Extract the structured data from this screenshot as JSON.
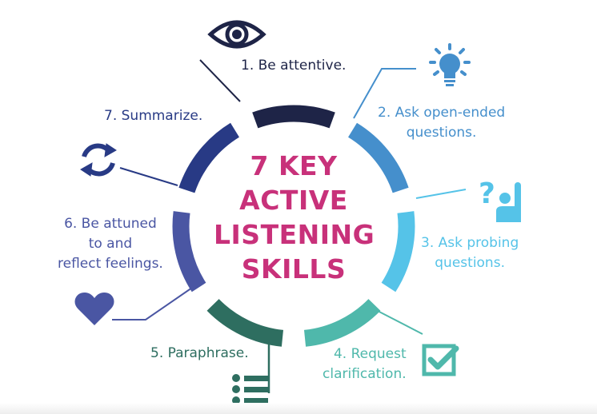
{
  "title": {
    "lines": [
      "7 KEY",
      "ACTIVE",
      "LISTENING",
      "SKILLS"
    ],
    "color": "#c8317a"
  },
  "skills": [
    {
      "label": [
        "1. Be attentive."
      ],
      "icon": "eye-icon",
      "color": "#1e2447"
    },
    {
      "label": [
        "2. Ask open-ended",
        "questions."
      ],
      "icon": "lightbulb-icon",
      "color": "#458fcc"
    },
    {
      "label": [
        "3. Ask probing",
        "questions."
      ],
      "icon": "question-raised-hand-icon",
      "color": "#55c3e8"
    },
    {
      "label": [
        "4. Request",
        "clarification."
      ],
      "icon": "checkbox-icon",
      "color": "#4fb8ab"
    },
    {
      "label": [
        "5. Paraphrase."
      ],
      "icon": "list-icon",
      "color": "#2e6e60"
    },
    {
      "label": [
        "6. Be attuned",
        "to and",
        "reflect feelings."
      ],
      "icon": "heart-icon",
      "color": "#4a56a3"
    },
    {
      "label": [
        "7. Summarize."
      ],
      "icon": "refresh-icon",
      "color": "#283a85"
    }
  ]
}
